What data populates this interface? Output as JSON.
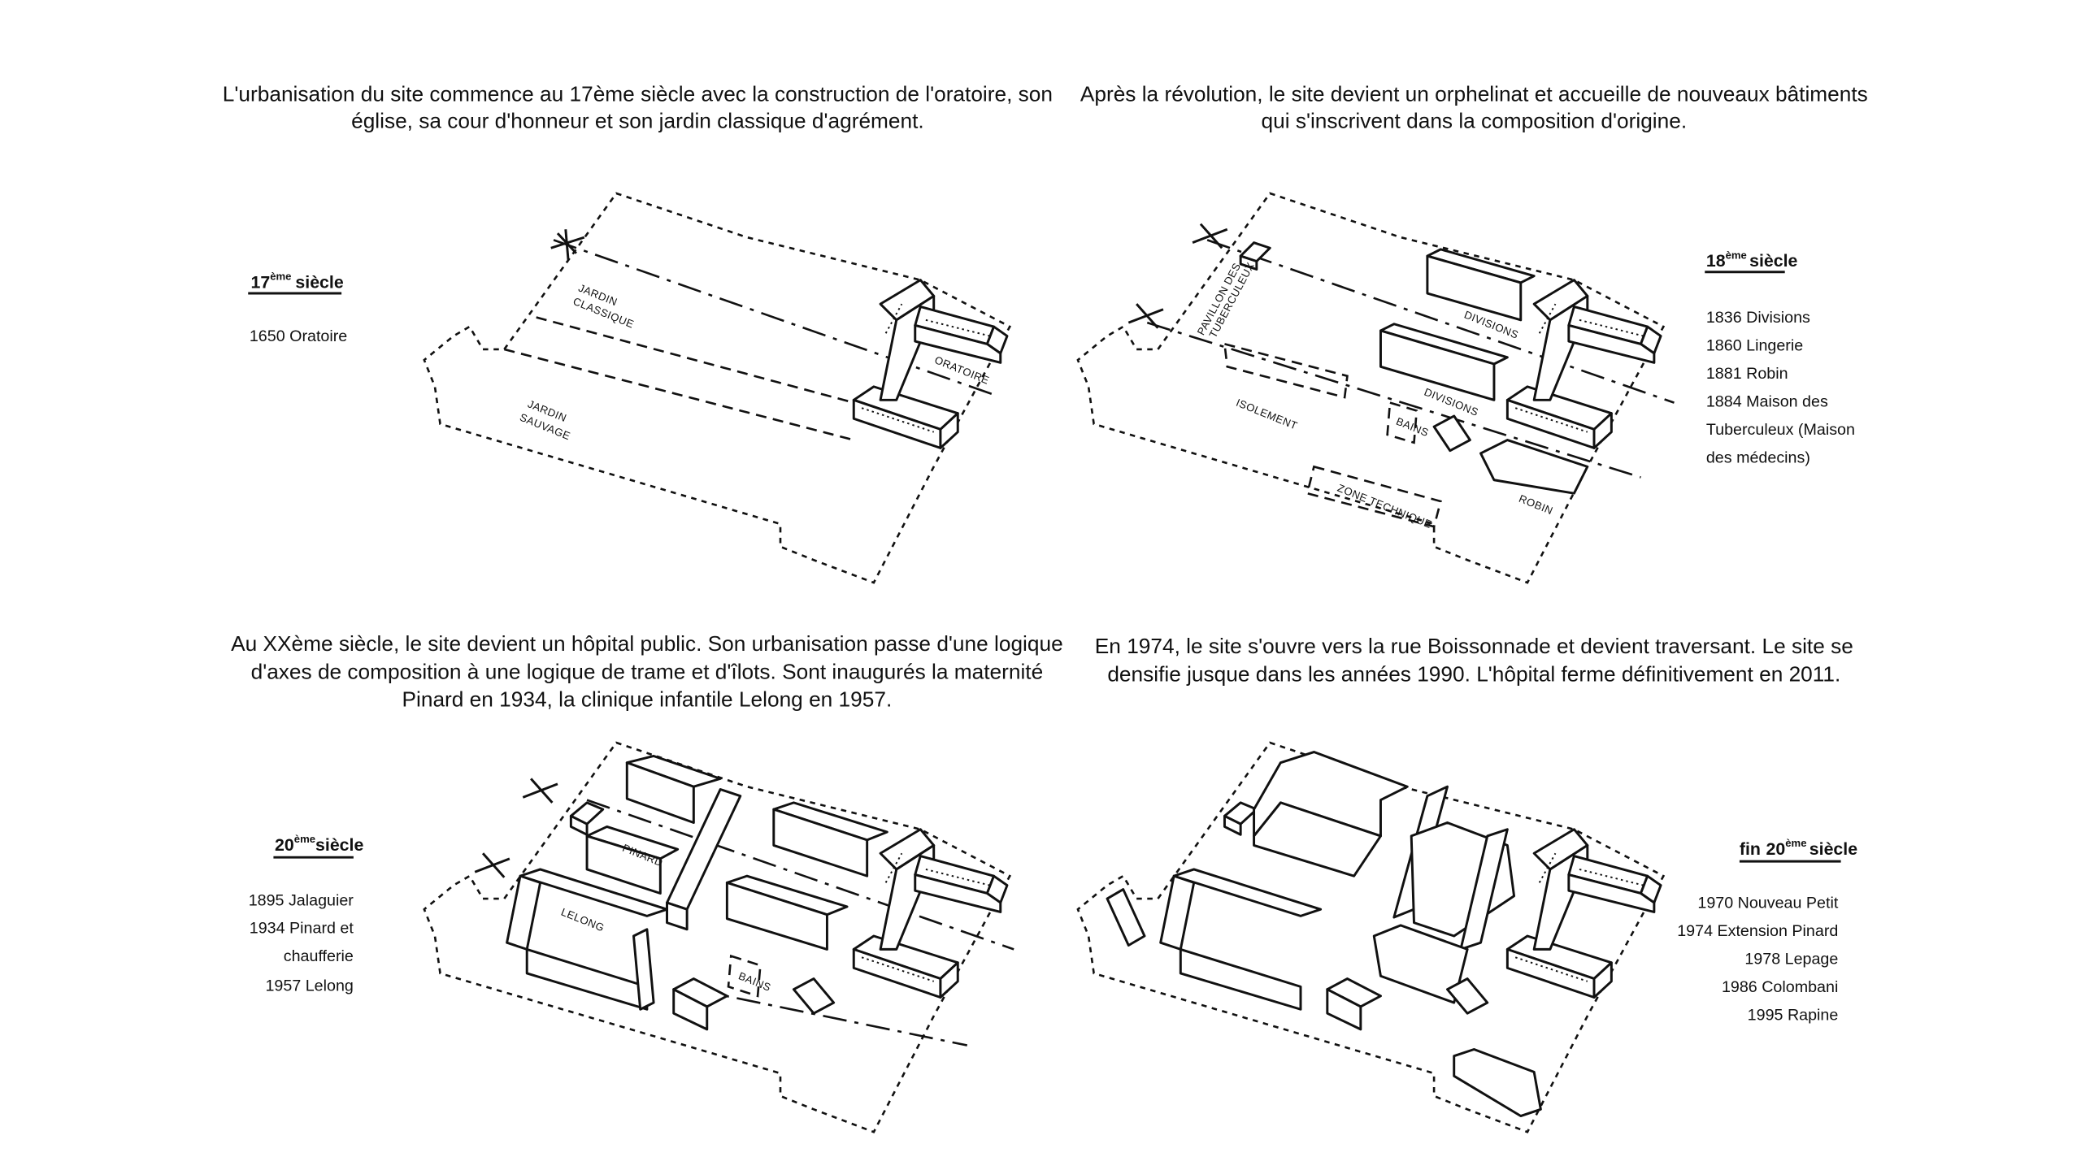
{
  "panels": [
    {
      "caption": [
        "L'urbanisation du site commence au 17ème siècle avec la construction de l'oratoire, son",
        "église, sa cour d'honneur et son jardin classique d'agrément."
      ],
      "period": {
        "num": "17",
        "sup": "ème",
        "word": "siècle"
      },
      "items": [
        "1650 Oratoire"
      ],
      "labels": [
        "JARDIN",
        "CLASSIQUE",
        "JARDIN",
        "SAUVAGE",
        "ORATOIRE"
      ]
    },
    {
      "caption": [
        "Après la révolution, le site devient un orphelinat et accueille de nouveaux bâtiments",
        "qui s'inscrivent dans la composition d'origine."
      ],
      "period": {
        "num": "18",
        "sup": "ème",
        "word": "siècle"
      },
      "items": [
        "1836 Divisions",
        "1860 Lingerie",
        "1881 Robin",
        "1884 Maison des",
        "Tuberculeux (Maison",
        "des médecins)"
      ],
      "labels": [
        "PAVILLON DES",
        "TUBERCULEUX",
        "DIVISIONS",
        "DIVISIONS",
        "ISOLEMENT",
        "BAINS",
        "ZONE TECHNIQUE",
        "ROBIN"
      ]
    },
    {
      "caption": [
        "Au XXème siècle, le site devient un hôpital public. Son urbanisation passe d'une logique",
        "d'axes de composition à une logique de trame et d'îlots. Sont inaugurés la maternité",
        "Pinard en 1934, la clinique infantile Lelong en 1957."
      ],
      "period": {
        "num": "20",
        "sup": "ème",
        "word": "siècle"
      },
      "items": [
        "1895 Jalaguier",
        "1934 Pinard et",
        "chaufferie",
        "1957 Lelong"
      ],
      "labels": [
        "PINARD",
        "LELONG",
        "BAINS"
      ]
    },
    {
      "caption": [
        "En 1974, le site s'ouvre vers la rue Boissonnade et devient traversant. Le site se",
        "densifie jusque dans les années 1990. L'hôpital ferme définitivement en 2011."
      ],
      "period": {
        "prefix": "fin",
        "num": "20",
        "sup": "ème",
        "word": "siècle"
      },
      "items": [
        "1970 Nouveau Petit",
        "1974 Extension Pinard",
        "1978 Lepage",
        "1986 Colombani",
        "1995 Rapine"
      ],
      "labels": []
    }
  ]
}
